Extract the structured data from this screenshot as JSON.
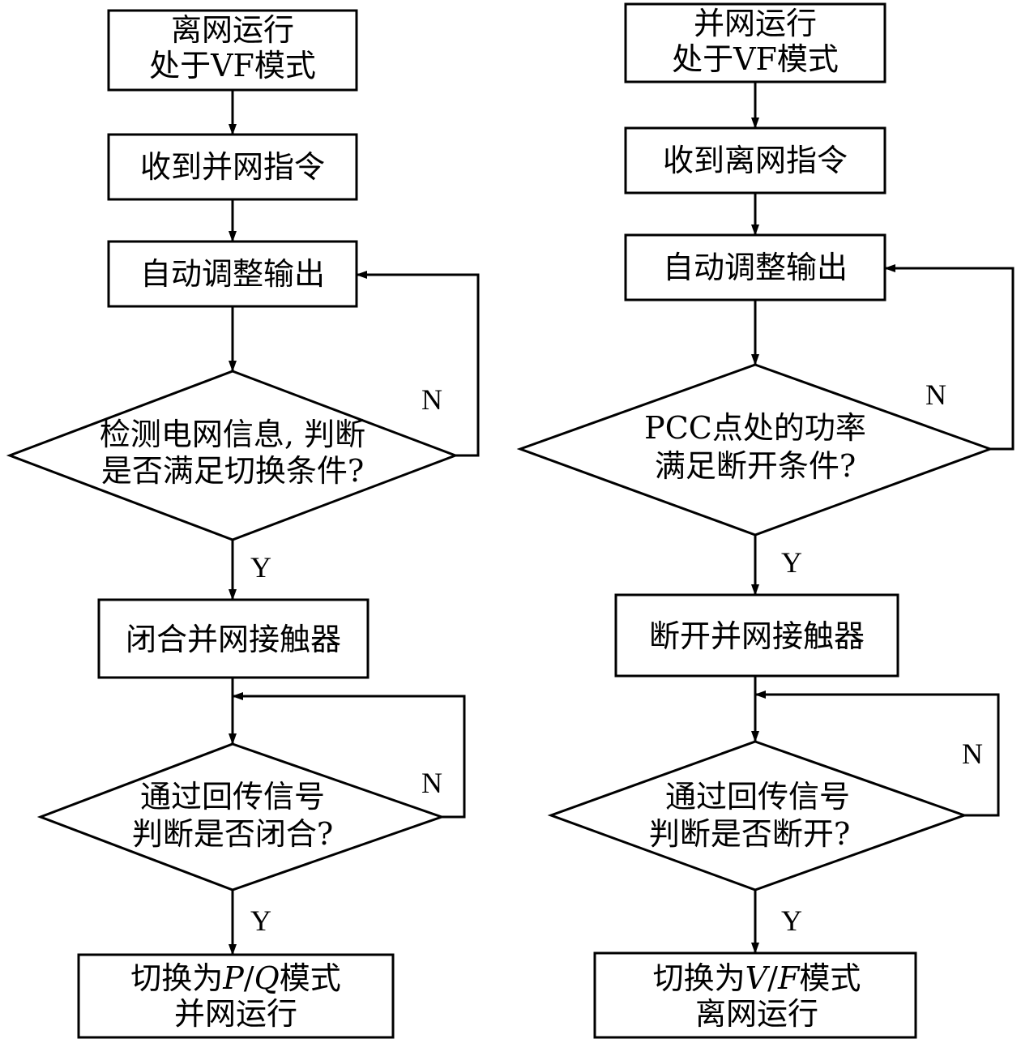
{
  "left": {
    "start": [
      "离网运行",
      "处于VF模式"
    ],
    "receive": "收到并网指令",
    "adjust": "自动调整输出",
    "check": [
      "检测电网信息, 判断",
      "是否满足切换条件?"
    ],
    "close": "闭合并网接触器",
    "verify": [
      "通过回传信号",
      "判断是否闭合?"
    ],
    "end_prefix": "切换为",
    "end_p": "P",
    "end_slash": "/",
    "end_q": "Q",
    "end_suffix": "模式",
    "end_line2": "并网运行",
    "no_label_1": "N",
    "yes_label_1": "Y",
    "no_label_2": "N",
    "yes_label_2": "Y"
  },
  "right": {
    "start": [
      "并网运行",
      "处于VF模式"
    ],
    "receive": "收到离网指令",
    "adjust": "自动调整输出",
    "check": [
      "PCC点处的功率",
      "满足断开条件?"
    ],
    "open": "断开并网接触器",
    "verify": [
      "通过回传信号",
      "判断是否断开?"
    ],
    "end_prefix": "切换为",
    "end_v": "V",
    "end_slash": "/",
    "end_f": "F",
    "end_suffix": "模式",
    "end_line2": "离网运行",
    "no_label_1": "N",
    "yes_label_1": "Y",
    "no_label_2": "N",
    "yes_label_2": "Y"
  }
}
